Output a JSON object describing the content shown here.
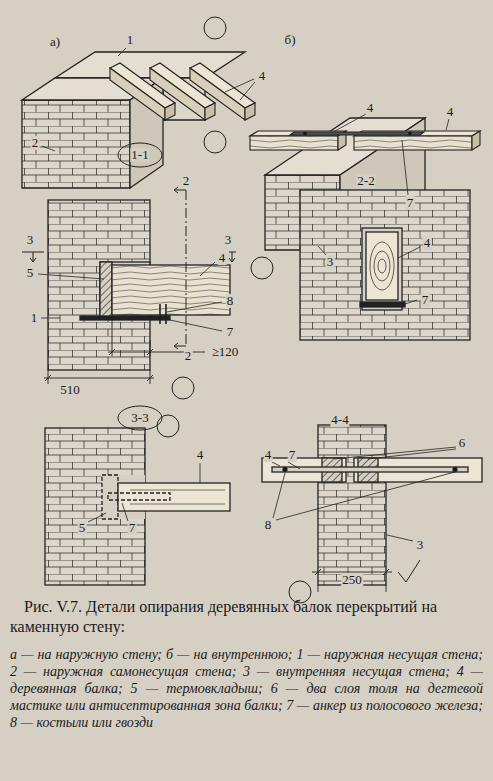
{
  "diagram": {
    "caption": "Рис. V.7. Детали опирания деревянных балок перекрытий на каменную стену:",
    "labels": [
      "а)",
      "б)",
      "1",
      "2",
      "4",
      "4",
      "4",
      "7",
      "3",
      "1-1",
      "2",
      "3",
      "3",
      "4",
      "5",
      "8",
      "7",
      "1",
      "2",
      "≥120",
      "510",
      "2-2",
      "4",
      "7",
      "3-3",
      "4",
      "5",
      "7",
      "4-4",
      "6",
      "4",
      "7",
      "8",
      "3",
      "250",
      "а — на наружную стену; б — на внутреннюю; 1 — наружная несущая стена; 2 — наружная самонесущая стена; 3 — внутренняя несущая стена; 4 — деревянная балка; 5 — термовкладыш; 6 — два слоя толя на дегтевой мастике или антисептированная зона балки; 7 — анкер из полосового железа; 8 — костыли или гвозди"
    ]
  }
}
